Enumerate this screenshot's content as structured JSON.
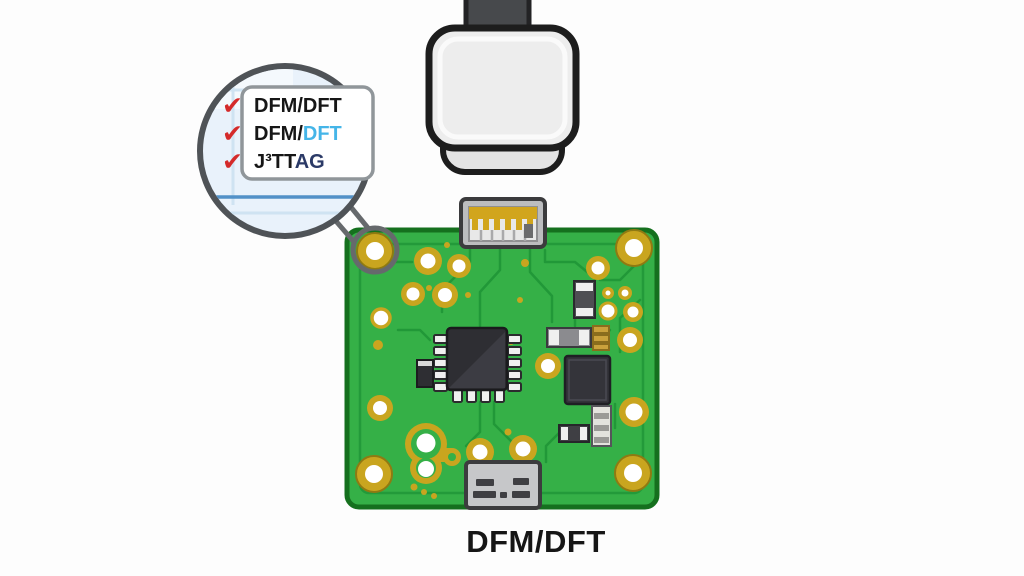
{
  "caption": {
    "label": "DFM/DFT"
  },
  "magnifier": {
    "checklist": {
      "check_icon": "✔",
      "items": [
        {
          "part1": "DFM/DFT",
          "part2": "",
          "part2_color": ""
        },
        {
          "part1": "DFM/",
          "part2": "DFT",
          "part2_color": "#45b5e8"
        },
        {
          "part1": "J³TT",
          "part2": "AG",
          "part2_color": "#2b3a67"
        }
      ]
    }
  },
  "icons": {
    "magnifier": "magnifier-icon",
    "check": "check-icon",
    "usb_plug": "usb-plug",
    "pcb": "circuit-board"
  },
  "colors": {
    "background": "#fdfdfd",
    "pcb_green": "#35b047",
    "pcb_border": "#15701e",
    "trace_green": "#219838",
    "gold_pad": "#c9a51f",
    "check_red": "#d42a2a",
    "text_black": "#161616",
    "dft_blue": "#45b5e8",
    "jtag_navy": "#2b3a67",
    "magnifier_gray": "#4f5357",
    "magnifier_fill": "#e9f2fb",
    "chip_dark": "#2e2e33",
    "connector_gray": "#c6c7c9",
    "plug_body": "#ededed",
    "cable_gray": "#47494c"
  }
}
